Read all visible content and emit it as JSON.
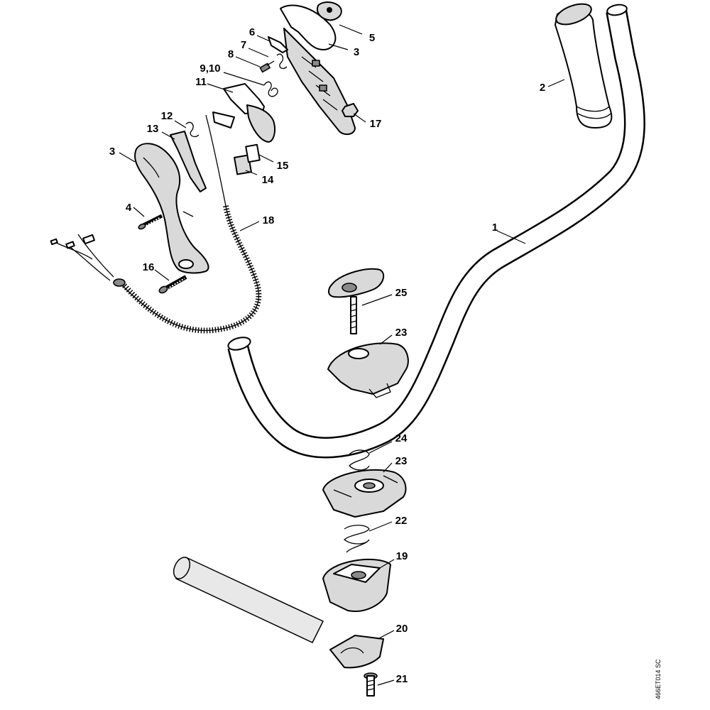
{
  "diagram": {
    "callouts": [
      {
        "id": "c1",
        "label": "1"
      },
      {
        "id": "c2",
        "label": "2"
      },
      {
        "id": "c3a",
        "label": "3"
      },
      {
        "id": "c3b",
        "label": "3"
      },
      {
        "id": "c4",
        "label": "4"
      },
      {
        "id": "c5",
        "label": "5"
      },
      {
        "id": "c6",
        "label": "6"
      },
      {
        "id": "c7",
        "label": "7"
      },
      {
        "id": "c8",
        "label": "8"
      },
      {
        "id": "c910",
        "label": "9,10"
      },
      {
        "id": "c11",
        "label": "11"
      },
      {
        "id": "c12",
        "label": "12"
      },
      {
        "id": "c13",
        "label": "13"
      },
      {
        "id": "c14",
        "label": "14"
      },
      {
        "id": "c15",
        "label": "15"
      },
      {
        "id": "c16",
        "label": "16"
      },
      {
        "id": "c17",
        "label": "17"
      },
      {
        "id": "c18",
        "label": "18"
      },
      {
        "id": "c19",
        "label": "19"
      },
      {
        "id": "c20",
        "label": "20"
      },
      {
        "id": "c21",
        "label": "21"
      },
      {
        "id": "c22",
        "label": "22"
      },
      {
        "id": "c23a",
        "label": "23"
      },
      {
        "id": "c23b",
        "label": "23"
      },
      {
        "id": "c24",
        "label": "24"
      },
      {
        "id": "c25",
        "label": "25"
      }
    ],
    "drawing_code": "466ET014 SC"
  }
}
